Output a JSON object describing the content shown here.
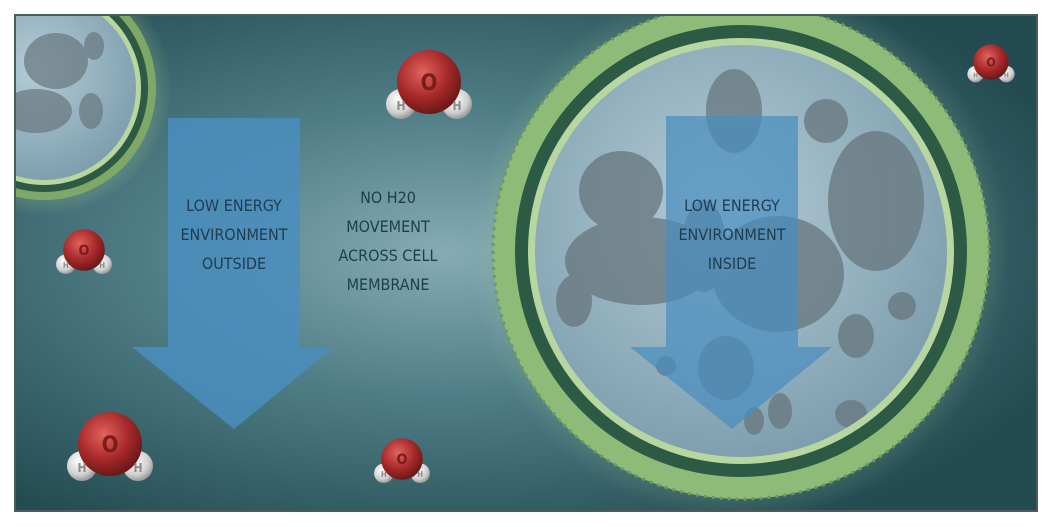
{
  "labels": {
    "outside": [
      "LOW ENERGY",
      "ENVIRONMENT",
      "OUTSIDE"
    ],
    "middle": [
      "NO H20",
      "MOVEMENT",
      "ACROSS CELL",
      "MEMBRANE"
    ],
    "inside": [
      "LOW ENERGY",
      "ENVIRONMENT",
      "INSIDE"
    ]
  },
  "molecule": {
    "oxygen": "O",
    "hydrogen": "H"
  },
  "colors": {
    "background": "#2f5b62",
    "glow": "#7fa8b0",
    "membrane_outer": "#8fbb78",
    "membrane_dark": "#2d5a44",
    "membrane_light": "#b7d6a0",
    "cytoplasm": "#9ab9c6",
    "organelle": "#6a7a82",
    "arrow": "#4a8ebf",
    "label_text": "#1f3d4f",
    "oxygen": "#b0302e",
    "hydrogen": "#d9d9d9"
  }
}
